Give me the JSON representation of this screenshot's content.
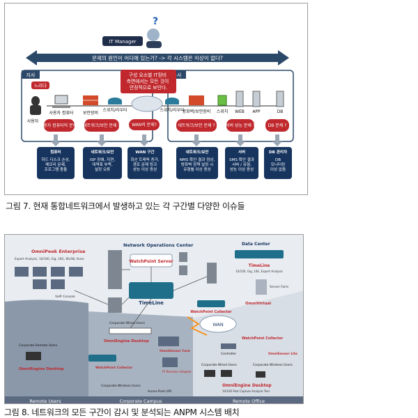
{
  "figure1": {
    "manager_label": "IT Manager",
    "arrow_text": "문제의 원인이 어디에 있는가? -> 각 시스템은 이상이 없다?",
    "left_panel": "지사",
    "right_panel": "본사",
    "user_slow": "느리다",
    "center_bubble": "구성 요소별 IT장비 측면에서는 모든 것이 안정적으로 보인다.",
    "wan_bubble": "WAN의 문제?",
    "devices": [
      "사용자",
      "사용자 컴퓨터",
      "보안장비",
      "스위치/라우터",
      "스위치/라우터",
      "방화벽/보안장비",
      "스위치",
      "WEB",
      "APP",
      "DB"
    ],
    "questions": [
      "사용자 컴퓨터의 문제?",
      "네트워크/보안 문제 ?",
      "네트워크/보안 문제 ?",
      "서버 성능 문제 ?",
      "DB 문제 ?"
    ],
    "boxes": [
      {
        "title": "컴퓨터",
        "body": "하드 디스크 손상, 메모리 문제, 프로그램 충돌"
      },
      {
        "title": "네트워크/보안",
        "body": "ISP 장애, 지연, 대역폭 부족, 설정 오류"
      },
      {
        "title": "WAN 구간",
        "body": "회선 트래픽 증가, 경로 문제 링크 성능 이상 증상"
      },
      {
        "title": "네트워크/보안",
        "body": "NMS 확인 결과 정상, 방화벽 정책 설정 시 유형별 이상 증상"
      },
      {
        "title": "서버",
        "body": "SMS 확인 결과 서버 / 유형, 성능 이상 증상"
      },
      {
        "title": "DB 관리자",
        "body": "DB 모니터링 이상 없음"
      }
    ]
  },
  "caption1": "그림 7. 현재 통합네트워크에서 발생하고 있는 각 구간별 다양한 이슈들",
  "figure2": {
    "noc": "Network Operations Center",
    "datacenter": "Data Center",
    "omnipeek": "OmniPeek Enterprise",
    "omnipeek_sub": "Expert Analysis, 10/100, Gig, 10G, WLAN, Voice",
    "voip": "VoIP Console",
    "watchpoint_server": "WatchPoint Server",
    "timeline": "TimeLine",
    "timeline_dc": "TimeLine",
    "timeline_dc_sub": "10/100, Gig, 10G, Expert Analysis",
    "server_farm": "Server Farm",
    "omnivirtual": "OmniVirtual",
    "wp_collector": "WatchPoint Collector",
    "wan": "WAN",
    "corp_wired": "Corporate Wired Users",
    "omniengine_desktop": "OmniEngine Desktop",
    "wp_collector2": "WatchPoint Collector",
    "omnisensor": "OmniSensor Core",
    "wp_remote": "WatchPoint Collector",
    "corp_remote": "Corporate Remote Users",
    "omniengine_desktop2": "OmniEngine Desktop",
    "corp_wireless": "Corporate Wireless Users",
    "access_point": "Access Point (AP)",
    "ip_remote": "IP Remote Adapter",
    "corp_wired2": "Corporate Wired Users",
    "corp_wireless2": "Corporate Wireless Users",
    "controller": "Controller",
    "omnisensor_lite": "OmniSensor Lite",
    "omniengine_desktop3": "OmniEngine Desktop",
    "omniengine_sub": "10/100 Post Capture Analysis Tool",
    "zone_remote_users": "Remote Users",
    "zone_campus": "Corporate Campus",
    "zone_office": "Remote Office"
  },
  "caption2": "그림 8. 네트워크의 모든 구간이 감시 및 분석되는 ANPM 시스템 배치",
  "colors": {
    "navy": "#16345e",
    "teal": "#2a7b9b",
    "red": "#c0282d",
    "orange": "#f7941d"
  }
}
